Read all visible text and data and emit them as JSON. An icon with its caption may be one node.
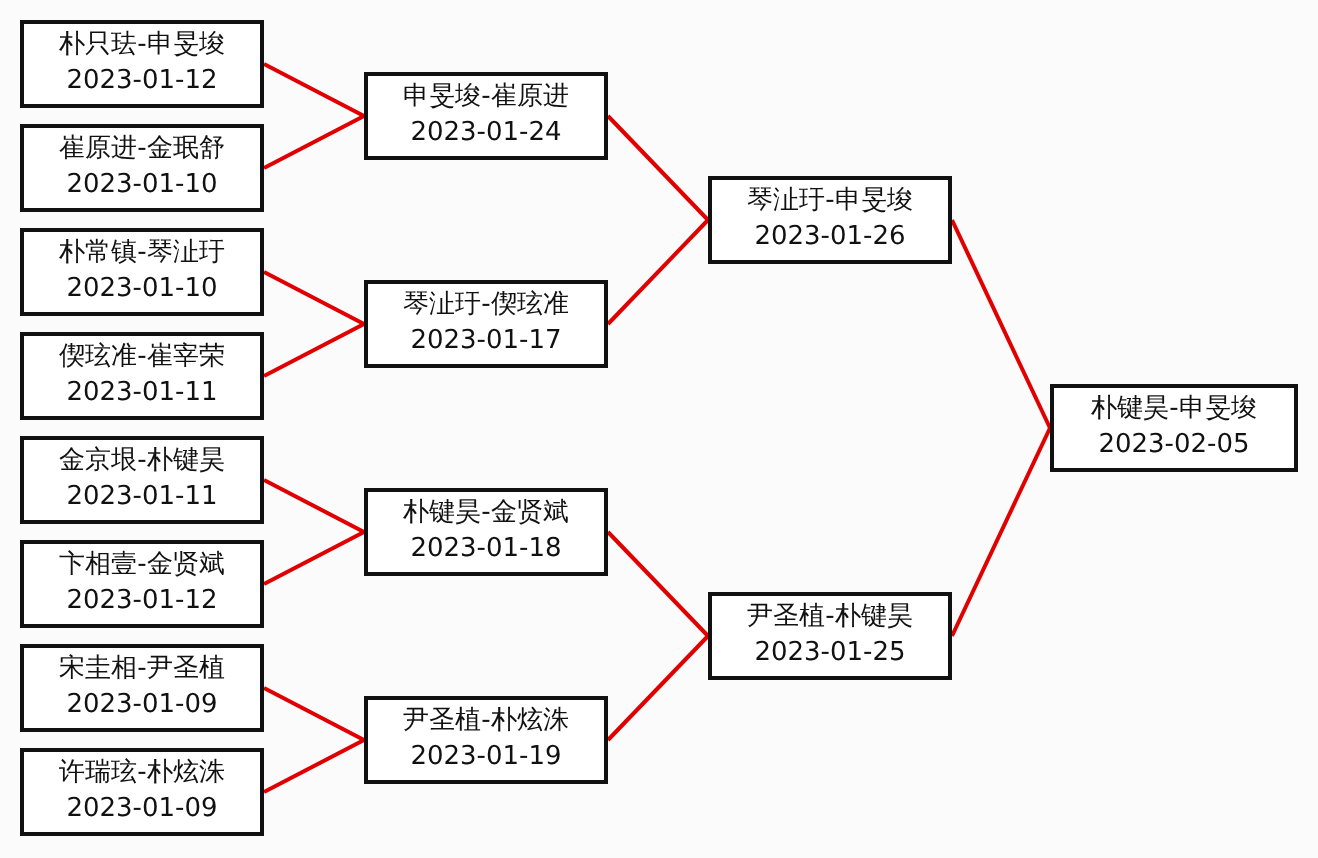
{
  "diagram": {
    "nodes": [
      {
        "text": [
          "朴只珐-申旻埈",
          "2023-01-12"
        ]
      },
      {
        "text": [
          "崔原进-金珉舒",
          "2023-01-10"
        ]
      },
      {
        "text": [
          "朴常镇-琴沚玗",
          "2023-01-10"
        ]
      },
      {
        "text": [
          "偰玹准-崔宰荣",
          "2023-01-11"
        ]
      },
      {
        "text": [
          "金京垠-朴键昊",
          "2023-01-11"
        ]
      },
      {
        "text": [
          "卞相壹-金贤斌",
          "2023-01-12"
        ]
      },
      {
        "text": [
          "宋圭相-尹圣植",
          "2023-01-09"
        ]
      },
      {
        "text": [
          "许瑞玹-朴炫洙",
          "2023-01-09"
        ]
      },
      {
        "text": [
          "申旻埈-崔原进",
          "2023-01-24"
        ]
      },
      {
        "text": [
          "琴沚玗-偰玹准",
          "2023-01-17"
        ]
      },
      {
        "text": [
          "朴键昊-金贤斌",
          "2023-01-18"
        ]
      },
      {
        "text": [
          "尹圣植-朴炫洙",
          "2023-01-19"
        ]
      },
      {
        "text": [
          "琴沚玗-申旻埈",
          "2023-01-26"
        ]
      },
      {
        "text": [
          "尹圣植-朴键昊",
          "2023-01-25"
        ]
      },
      {
        "text": [
          "朴键昊-申旻埈",
          "2023-02-05"
        ]
      }
    ],
    "edges": [
      {
        "from": 0,
        "to": 8,
        "arrow": "none"
      },
      {
        "from": 1,
        "to": 8,
        "arrow": "none"
      },
      {
        "from": 2,
        "to": 9,
        "arrow": "none"
      },
      {
        "from": 3,
        "to": 9,
        "arrow": "none"
      },
      {
        "from": 4,
        "to": 10,
        "arrow": "none"
      },
      {
        "from": 5,
        "to": 10,
        "arrow": "none"
      },
      {
        "from": 6,
        "to": 11,
        "arrow": "none"
      },
      {
        "from": 7,
        "to": 11,
        "arrow": "none"
      },
      {
        "from": 8,
        "to": 12,
        "arrow": "none"
      },
      {
        "from": 9,
        "to": 12,
        "arrow": "none"
      },
      {
        "from": 10,
        "to": 13,
        "arrow": "none"
      },
      {
        "from": 11,
        "to": 13,
        "arrow": "none"
      },
      {
        "from": 12,
        "to": 14,
        "arrow": "none"
      },
      {
        "from": 13,
        "to": 14,
        "arrow": "none"
      }
    ]
  }
}
